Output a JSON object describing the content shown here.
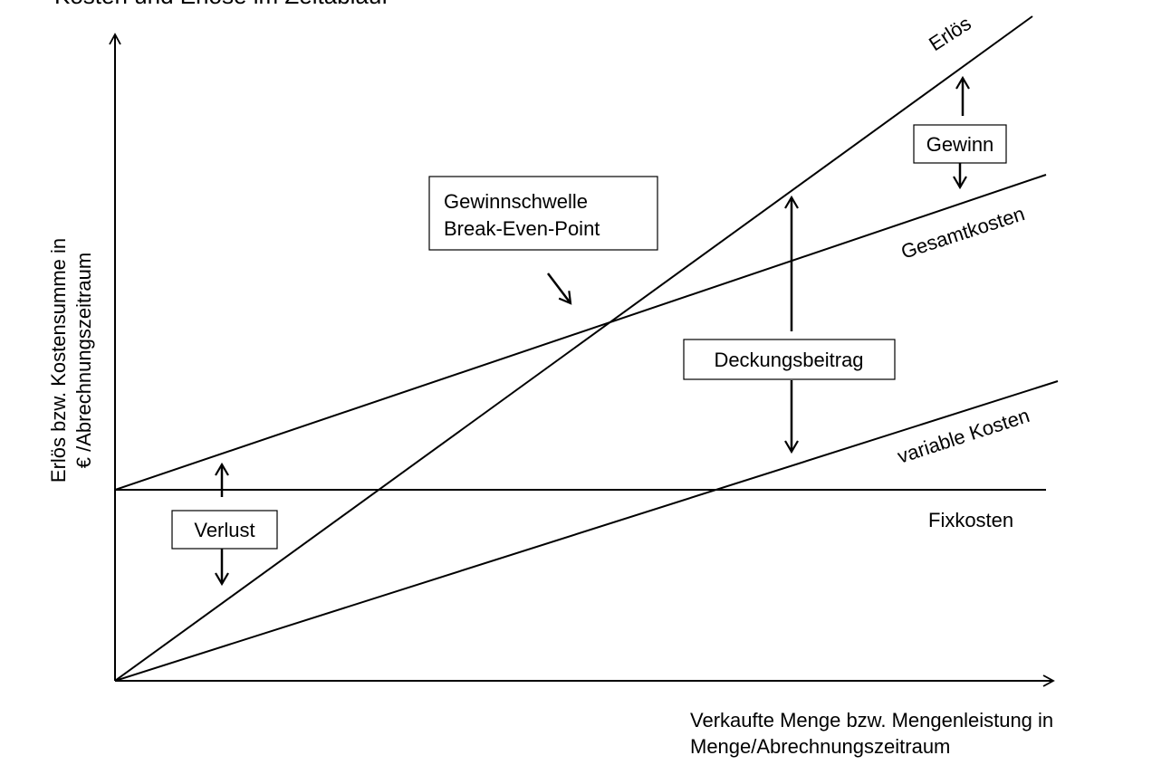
{
  "diagram": {
    "top_cut_text": "Kosten und Erlöse im Zeitablauf",
    "y_axis_label_line1": "Erlös bzw. Kostensumme in",
    "y_axis_label_line2": "€ /Abrechnungszeitraum",
    "x_axis_label_line1": "Verkaufte Menge bzw. Mengenleistung in",
    "x_axis_label_line2": "Menge/Abrechnungszeitraum",
    "line_labels": {
      "erloes": "Erlös",
      "gesamtkosten": "Gesamtkosten",
      "variable_kosten": "variable Kosten",
      "fixkosten": "Fixkosten"
    },
    "boxes": {
      "gewinn": "Gewinn",
      "gewinnschwelle_line1": "Gewinnschwelle",
      "gewinnschwelle_line2": "Break-Even-Point",
      "deckungsbeitrag": "Deckungsbeitrag",
      "verlust": "Verlust"
    }
  }
}
